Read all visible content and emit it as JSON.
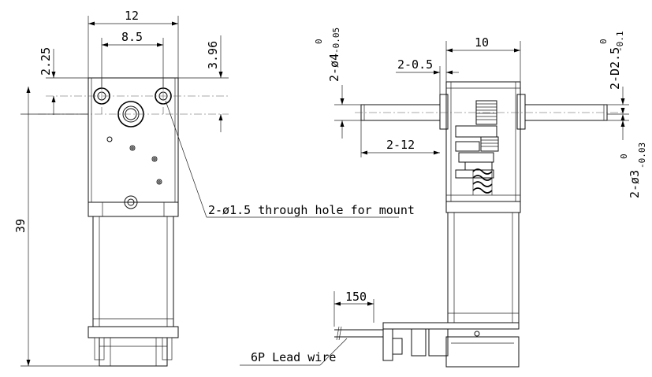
{
  "front_view": {
    "dim_width": "12",
    "dim_hole_spacing": "8.5",
    "dim_left_offset": "2.25",
    "dim_right_offset": "3.96",
    "dim_height": "39",
    "mount_hole_note": "2-ø1.5 through hole for mount"
  },
  "side_view": {
    "dim_gearbox_width": "10",
    "dim_shaft_step": "2-0.5",
    "dim_shaft_length": "2-12",
    "dim_shaft_dia_label": "2-ø4",
    "dim_shaft_dia_tol_upper": "0",
    "dim_shaft_dia_tol_lower": "-0.05",
    "dim_d_cut_label": "2-D2.5",
    "dim_d_cut_tol_upper": "0",
    "dim_d_cut_tol_lower": "-0.1",
    "dim_pin_label": "2-ø3",
    "dim_pin_tol_upper": "0",
    "dim_pin_tol_lower": "-0.03",
    "dim_wire_length": "150",
    "wire_note": "6P Lead wire"
  }
}
